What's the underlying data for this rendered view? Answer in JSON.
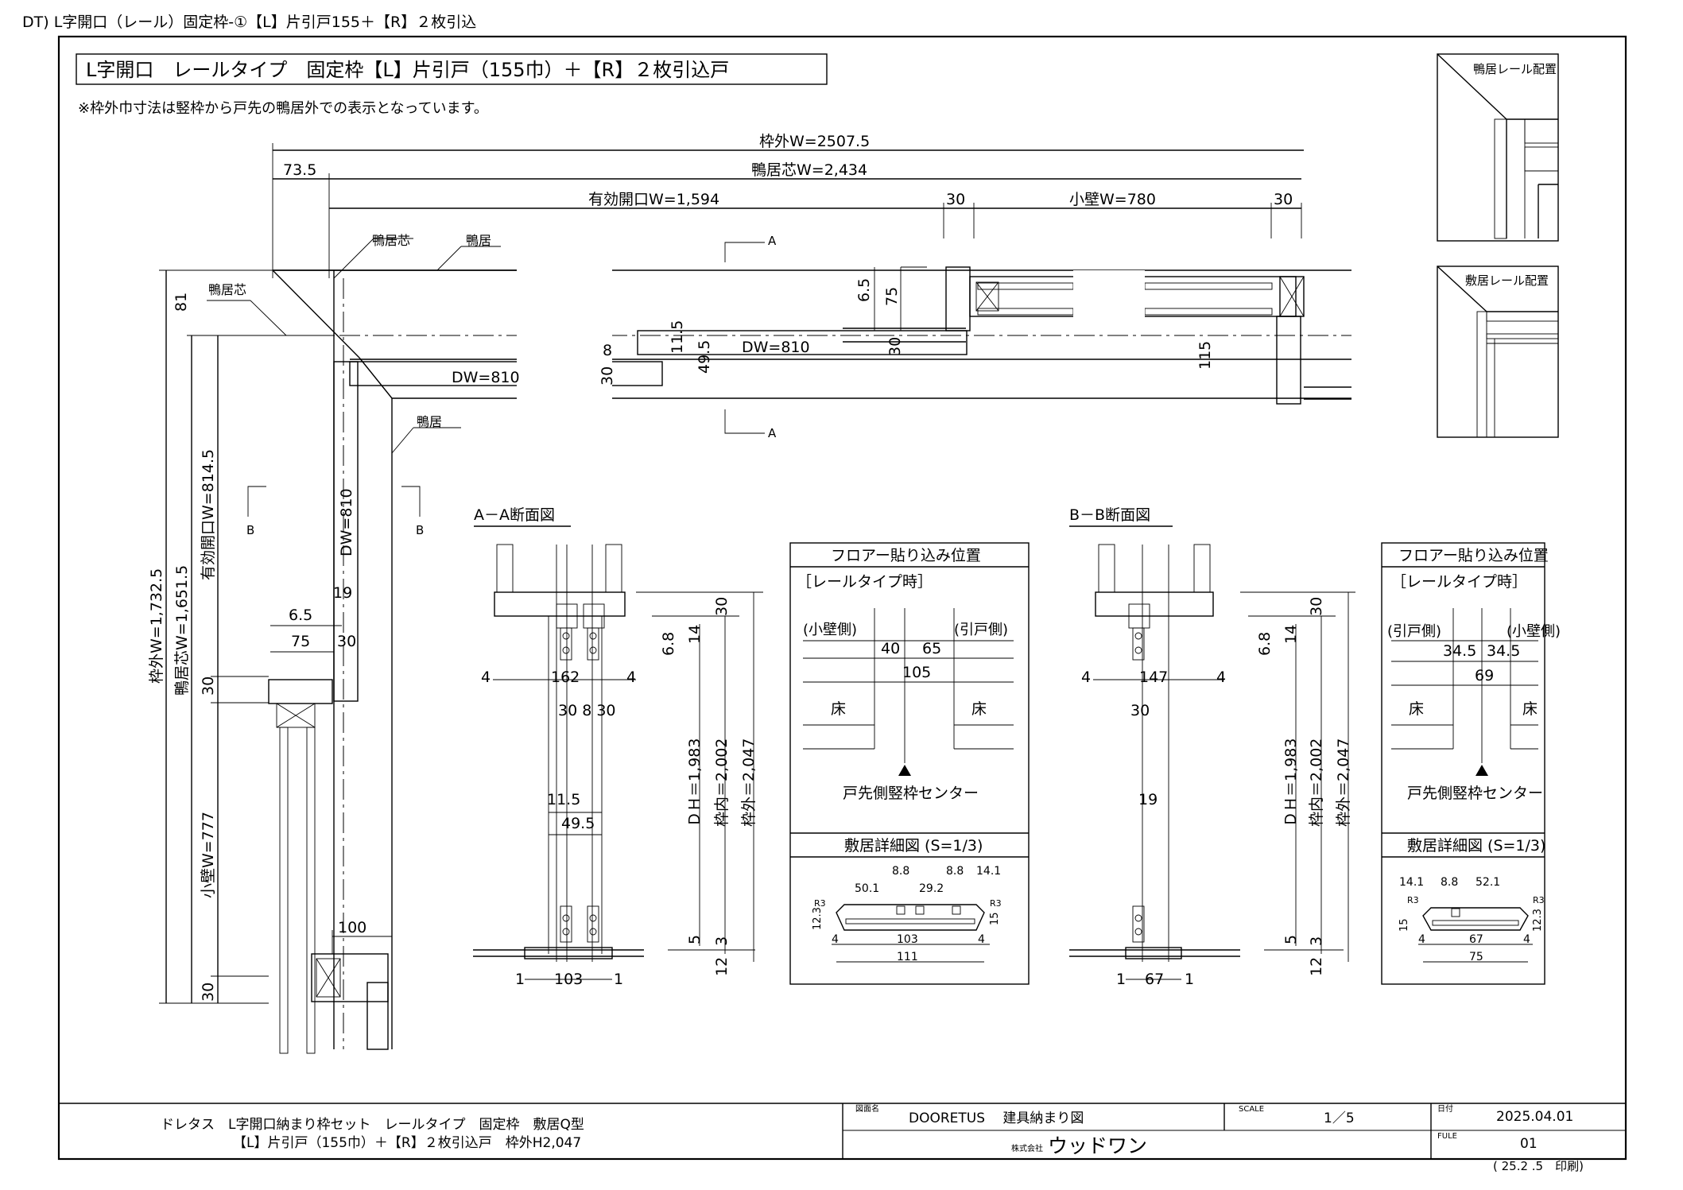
{
  "sheet_header": "DT) L字開口（レール）固定枠-①【L】片引戸155＋【R】２枚引込",
  "title": "L字開口　レールタイプ　固定枠【L】片引戸（155巾）＋【R】２枚引込戸",
  "note": "※枠外巾寸法は竪枠から戸先の鴨居外での表示となっています。",
  "plan": {
    "frame_outer_w": "枠外W=2507.5",
    "off_73_5": "73.5",
    "kamoi_center_w": "鴨居芯W=2,434",
    "effective_w": "有効開口W=1,594",
    "d30a": "30",
    "small_wall_w": "小壁W=780",
    "d30b": "30",
    "lbl_kamoi_shin": "鴨居芯",
    "lbl_kamoi": "鴨居",
    "lbl_kamoi_shin2": "鴨居芯",
    "lbl_kamoi2": "鴨居",
    "sec_a_top": "A",
    "sec_a_bot": "A",
    "sec_b_left": "B",
    "sec_b_right": "B",
    "d81": "81",
    "d6_5": "6.5",
    "d75": "75",
    "d11_5": "11.5",
    "d49_5": "49.5",
    "d8": "8",
    "d30c": "30",
    "d30d": "30",
    "dw_upper": "DW=810",
    "dw_lower": "DW=810",
    "d115": "115",
    "v_frame_outer": "枠外W=1,732.5",
    "v_kamoi_center": "鴨居芯W=1,651.5",
    "v_effective": "有効開口W=814.5",
    "v_small_wall": "小壁W=777",
    "v_dw": "DW=810",
    "v_30a": "30",
    "v_30b": "30",
    "v_19": "19",
    "v_6_5": "6.5",
    "v_75": "75",
    "v_30c": "30",
    "v_100": "100"
  },
  "section_aa": {
    "title": "A－A断面図",
    "d4l": "4",
    "d162": "162",
    "d4r": "4",
    "d30_8_30": "30 8 30",
    "d11_5": "11.5",
    "d49_5": "49.5",
    "d6_8": "6.8",
    "d14": "14",
    "d30": "30",
    "dh": "ＤＨ＝1,983",
    "inner": "枠内＝2,002",
    "outer": "枠外＝2,047",
    "d5": "5",
    "d3": "3",
    "d12": "12",
    "d1l": "1",
    "d103": "103",
    "d1r": "1"
  },
  "section_bb": {
    "title": "B－B断面図",
    "d4l": "4",
    "d147": "147",
    "d4r": "4",
    "d30": "30",
    "d19": "19",
    "d6_8": "6.8",
    "d14": "14",
    "d30b": "30",
    "dh": "ＤＨ＝1,983",
    "inner": "枠内＝2,002",
    "outer": "枠外＝2,047",
    "d5": "5",
    "d3": "3",
    "d12": "12",
    "d1l": "1",
    "d67": "67",
    "d1r": "1"
  },
  "floor_box_1": {
    "title": "フロアー貼り込み位置",
    "subtitle": "［レールタイプ時］",
    "left_side": "(小壁側)",
    "right_side": "(引戸側)",
    "d_a": "40",
    "d_b": "65",
    "d_sum": "105",
    "floor_l": "床",
    "floor_r": "床",
    "center": "戸先側竪枠センター",
    "detail_title": "敷居詳細図 (S=1/3)",
    "dt_8_8a": "8.8",
    "dt_8_8b": "8.8",
    "dt_14_1": "14.1",
    "dt_50_1": "50.1",
    "dt_29_2": "29.2",
    "dt_r3a": "R3",
    "dt_r3b": "R3",
    "dt_12_3": "12.3",
    "dt_15": "15",
    "dt_4a": "4",
    "dt_103": "103",
    "dt_4b": "4",
    "dt_111": "111"
  },
  "floor_box_2": {
    "title": "フロアー貼り込み位置",
    "subtitle": "［レールタイプ時］",
    "left_side": "(引戸側)",
    "right_side": "(小壁側)",
    "d_a": "34.5",
    "d_b": "34.5",
    "d_sum": "69",
    "floor_l": "床",
    "floor_r": "床",
    "center": "戸先側竪枠センター",
    "detail_title": "敷居詳細図 (S=1/3)",
    "dt_14_1": "14.1",
    "dt_8_8": "8.8",
    "dt_52_1": "52.1",
    "dt_r3a": "R3",
    "dt_r3b": "R3",
    "dt_15": "15",
    "dt_12_3": "12.3",
    "dt_4a": "4",
    "dt_67": "67",
    "dt_4b": "4",
    "dt_75": "75"
  },
  "inset": {
    "rail_top": "鴨居レール配置",
    "rail_bottom": "敷居レール配置"
  },
  "title_block": {
    "desc_line1": "ドレタス　L字開口納まり枠セット　レールタイプ　固定枠　敷居Q型",
    "desc_line2": "【L】片引戸（155巾）＋【R】２枚引込戸　枠外H2,047",
    "drawing_name_label": "図面名",
    "drawing_name": "DOORETUS　 建具納まり図",
    "company_prefix": "株式会社",
    "company": "ウッドワン",
    "scale_label": "SCALE",
    "scale": "1／5",
    "date_label": "日付",
    "date": "2025.04.01",
    "file_label": "FULE",
    "file": "01",
    "print_note": "( 25.2 .5　印刷)"
  },
  "colors": {
    "line": "#000000",
    "paper": "#ffffff"
  }
}
